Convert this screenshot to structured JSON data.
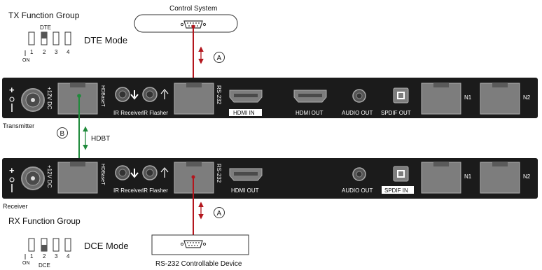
{
  "tx_group": {
    "title": "TX Function Group",
    "switch_label": "DTE",
    "on_label": "ON",
    "numbers": [
      "1",
      "2",
      "3",
      "4"
    ],
    "mode": "DTE Mode"
  },
  "rx_group": {
    "title": "RX Function Group",
    "switch_label": "DCE",
    "on_label": "ON",
    "numbers": [
      "1",
      "2",
      "3",
      "4"
    ],
    "mode": "DCE Mode"
  },
  "control_system": {
    "label": "Control System"
  },
  "controlled_device": {
    "label": "RS-232 Controllable Device"
  },
  "transmitter": {
    "label": "Transmitter",
    "power": "+12V DC",
    "hdbaset": "HDBaseT",
    "ir_receiver": "IR Receiver",
    "ir_flasher": "IR Flasher",
    "rs232": "RS-232",
    "hdmi_in": "HDMI IN",
    "hdmi_out": "HDMI OUT",
    "audio_out": "AUDIO OUT",
    "spdif": "SPDIF OUT",
    "n1": "N1",
    "n2": "N2"
  },
  "receiver": {
    "label": "Receiver",
    "power": "+12V DC",
    "hdbaset": "HDBaseT",
    "ir_receiver": "IR Receiver",
    "ir_flasher": "IR Flasher",
    "rs232": "RS-232",
    "hdmi_out": "HDMI OUT",
    "audio_out": "AUDIO OUT",
    "spdif": "SPDIF IN",
    "n1": "N1",
    "n2": "N2"
  },
  "links": {
    "a": "A",
    "b": "B",
    "hdbt": "HDBT"
  },
  "colors": {
    "rs232_cable": "#b3161d",
    "hdbt_cable": "#1f8a3b",
    "panel": "#1b1b1b",
    "port_gray": "#7d7d7d"
  }
}
